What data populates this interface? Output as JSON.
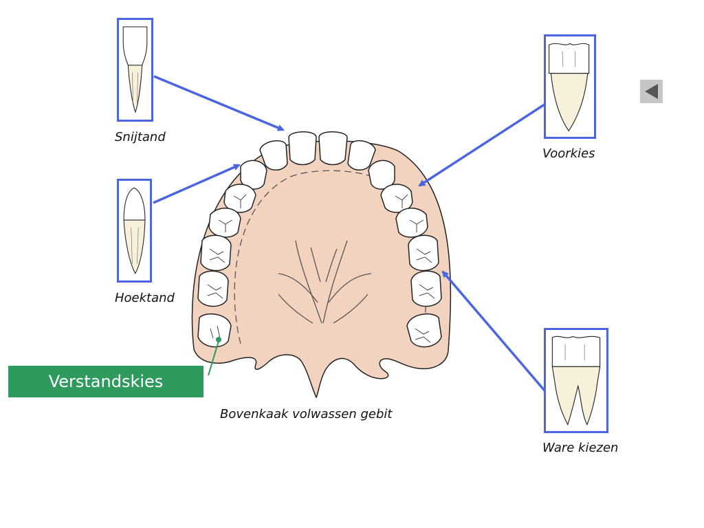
{
  "labels": {
    "incisor": "Snijtand",
    "canine": "Hoektand",
    "premolar": "Voorkies",
    "molar": "Ware kiezen",
    "wisdom": "Verstandskies",
    "caption": "Bovenkaak volwassen gebit"
  },
  "colors": {
    "box_border": "#4a64e2",
    "arrow": "#4a64e2",
    "gum": "#f2d3bf",
    "tooth_crown": "#ffffff",
    "tooth_root": "#f7f1dc",
    "callout_bg": "#2e9a5e",
    "callout_text": "#ffffff",
    "back_button": "#c6c6c6"
  },
  "icons": {
    "back": "triangle-left-icon"
  }
}
